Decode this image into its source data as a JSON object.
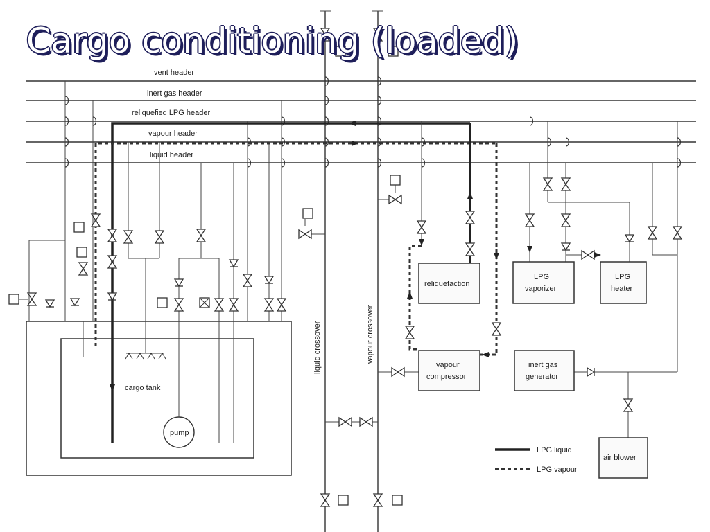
{
  "slide": {
    "title": "Cargo conditioning (loaded)"
  },
  "headers": {
    "vent": "vent header",
    "inert_gas": "inert gas header",
    "reliquefied": "reliquefied LPG header",
    "vapour": "vapour header",
    "liquid": "liquid header"
  },
  "crossovers": {
    "liquid": "liquid crossover",
    "vapour": "vapour crossover"
  },
  "equipment": {
    "reliquefaction": "reliquefaction",
    "lpg_vaporizer": [
      "LPG",
      "vaporizer"
    ],
    "lpg_heater": [
      "LPG",
      "heater"
    ],
    "vapour_compressor": [
      "vapour",
      "compressor"
    ],
    "inert_gas_generator": [
      "inert gas",
      "generator"
    ],
    "air_blower": "air blower",
    "cargo_tank": "cargo tank",
    "pump": "pump"
  },
  "legend": {
    "liquid": "LPG liquid",
    "vapour": "LPG vapour"
  }
}
